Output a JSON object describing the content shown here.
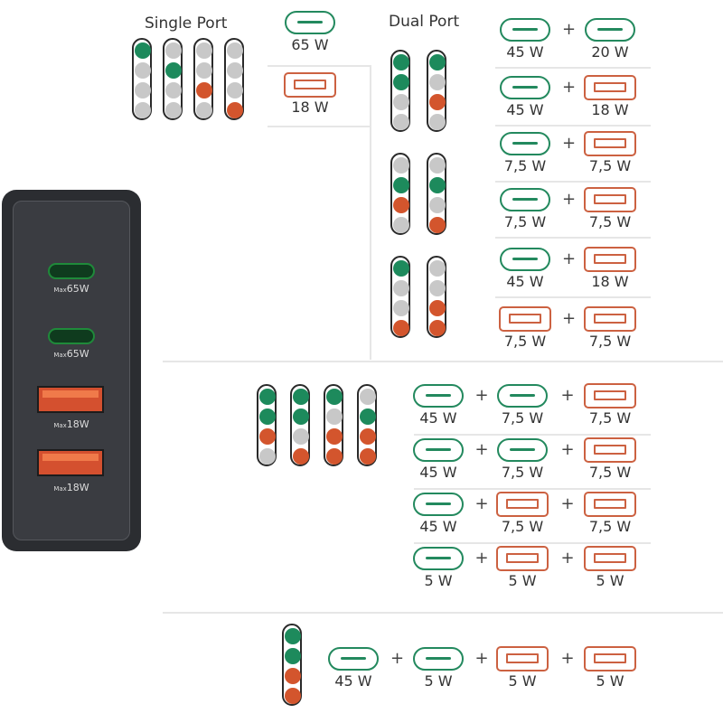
{
  "headings": {
    "single": "Single Port",
    "dual": "Dual Port"
  },
  "colors": {
    "green": "#1d8a5c",
    "orange": "#d3552d",
    "idle": "#c8c8c8"
  },
  "charger": {
    "ports": [
      {
        "type": "usb-c",
        "max": "Max",
        "power": "65W"
      },
      {
        "type": "usb-c",
        "max": "Max",
        "power": "65W"
      },
      {
        "type": "usb-a",
        "max": "Max",
        "power": "18W"
      },
      {
        "type": "usb-a",
        "max": "Max",
        "power": "18W"
      }
    ]
  },
  "single": {
    "indicators": [
      [
        "g",
        "x",
        "x",
        "x"
      ],
      [
        "x",
        "g",
        "x",
        "x"
      ],
      [
        "x",
        "x",
        "o",
        "x"
      ],
      [
        "x",
        "x",
        "x",
        "o"
      ]
    ],
    "rows": [
      {
        "ports": [
          {
            "type": "c",
            "w": "65 W"
          }
        ]
      },
      {
        "ports": [
          {
            "type": "a",
            "w": "18 W"
          }
        ]
      }
    ]
  },
  "dual": {
    "indicator_groups": [
      [
        [
          "g",
          "g",
          "x",
          "x"
        ],
        [
          "g",
          "x",
          "o",
          "x"
        ]
      ],
      [
        [
          "x",
          "g",
          "o",
          "x"
        ],
        [
          "x",
          "g",
          "x",
          "o"
        ]
      ],
      [
        [
          "g",
          "x",
          "x",
          "o"
        ],
        [
          "x",
          "x",
          "o",
          "o"
        ]
      ]
    ],
    "rows": [
      {
        "ports": [
          {
            "type": "c",
            "w": "45 W"
          },
          {
            "type": "c",
            "w": "20 W"
          }
        ]
      },
      {
        "ports": [
          {
            "type": "c",
            "w": "45 W"
          },
          {
            "type": "a",
            "w": "18 W"
          }
        ]
      },
      {
        "ports": [
          {
            "type": "c",
            "w": "7,5 W"
          },
          {
            "type": "a",
            "w": "7,5 W"
          }
        ]
      },
      {
        "ports": [
          {
            "type": "c",
            "w": "7,5 W"
          },
          {
            "type": "a",
            "w": "7,5 W"
          }
        ]
      },
      {
        "ports": [
          {
            "type": "c",
            "w": "45 W"
          },
          {
            "type": "a",
            "w": "18 W"
          }
        ]
      },
      {
        "ports": [
          {
            "type": "a",
            "w": "7,5 W"
          },
          {
            "type": "a",
            "w": "7,5 W"
          }
        ]
      }
    ]
  },
  "triple": {
    "indicators": [
      [
        "g",
        "g",
        "o",
        "x"
      ],
      [
        "g",
        "g",
        "x",
        "o"
      ],
      [
        "g",
        "x",
        "o",
        "o"
      ],
      [
        "x",
        "g",
        "o",
        "o"
      ]
    ],
    "rows": [
      {
        "ports": [
          {
            "type": "c",
            "w": "45 W"
          },
          {
            "type": "c",
            "w": "7,5 W"
          },
          {
            "type": "a",
            "w": "7,5 W"
          }
        ]
      },
      {
        "ports": [
          {
            "type": "c",
            "w": "45 W"
          },
          {
            "type": "c",
            "w": "7,5 W"
          },
          {
            "type": "a",
            "w": "7,5 W"
          }
        ]
      },
      {
        "ports": [
          {
            "type": "c",
            "w": "45 W"
          },
          {
            "type": "a",
            "w": "7,5 W"
          },
          {
            "type": "a",
            "w": "7,5 W"
          }
        ]
      },
      {
        "ports": [
          {
            "type": "c",
            "w": "5 W"
          },
          {
            "type": "a",
            "w": "5 W"
          },
          {
            "type": "a",
            "w": "5 W"
          }
        ]
      }
    ]
  },
  "quad": {
    "indicators": [
      [
        "g",
        "g",
        "o",
        "o"
      ]
    ],
    "rows": [
      {
        "ports": [
          {
            "type": "c",
            "w": "45 W"
          },
          {
            "type": "c",
            "w": "5 W"
          },
          {
            "type": "a",
            "w": "5 W"
          },
          {
            "type": "a",
            "w": "5 W"
          }
        ]
      }
    ]
  },
  "plus": "+"
}
